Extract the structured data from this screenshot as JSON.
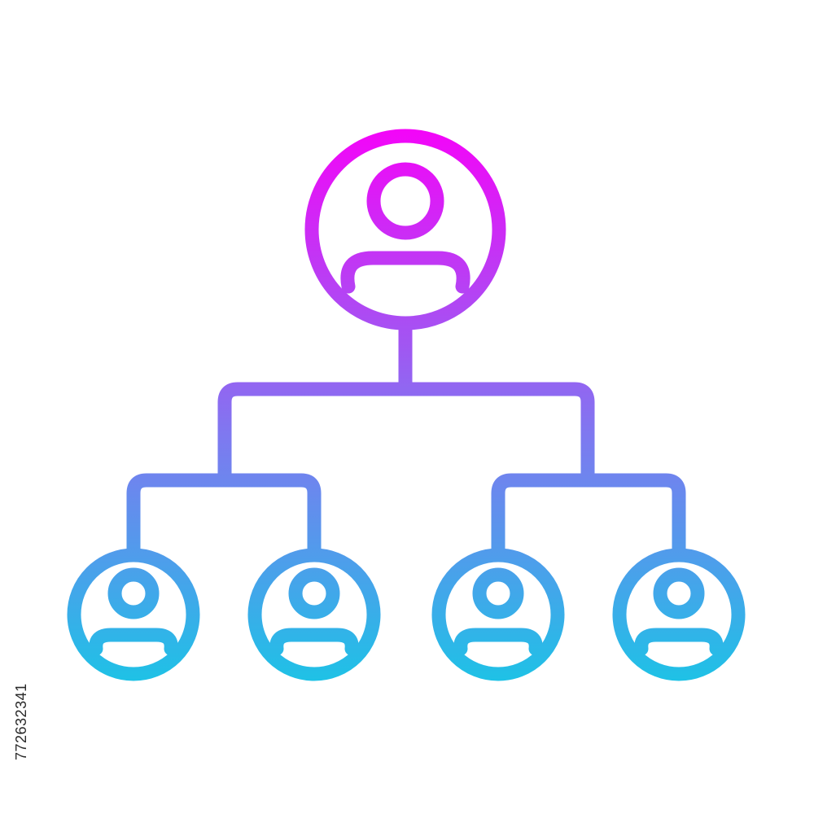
{
  "icon": {
    "name": "organization-hierarchy-icon",
    "gradient_top_color": "#F305F8",
    "gradient_mid_color": "#7F78F0",
    "gradient_bottom_color": "#1EC2E6"
  },
  "hierarchy": {
    "root": "person",
    "children": [
      {
        "node": "branch-left",
        "children": [
          "person",
          "person"
        ]
      },
      {
        "node": "branch-right",
        "children": [
          "person",
          "person"
        ]
      }
    ]
  },
  "stock_id": "772632341"
}
